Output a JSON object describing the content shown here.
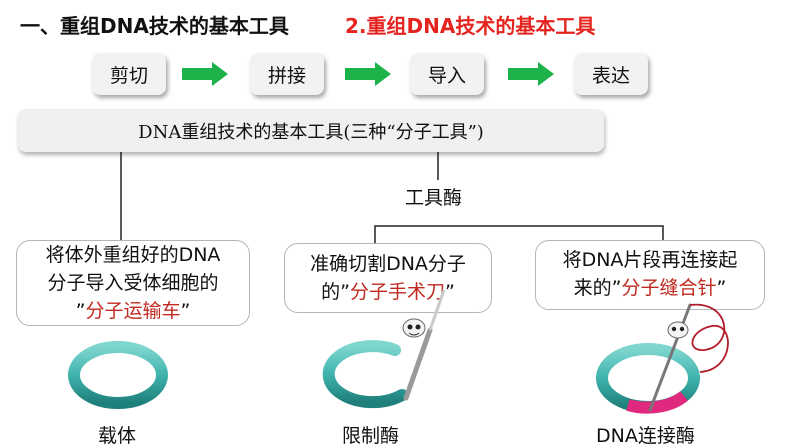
{
  "header": {
    "title": "一、重组DNA技术的基本工具",
    "subtitle": "2.重组DNA技术的基本工具"
  },
  "flow": {
    "steps": [
      "剪切",
      "拼接",
      "导入",
      "表达"
    ]
  },
  "banner": {
    "text": "DNA重组技术的基本工具(三种“分子工具”)"
  },
  "enzyme_group": {
    "label": "工具酶"
  },
  "tools": [
    {
      "line1": "将体外重组好的DNA",
      "line2": "分子导入受体细胞的",
      "quote_open": "”",
      "highlight": "分子运输车",
      "quote_close": "”",
      "caption": "载体"
    },
    {
      "line1": "准确切割DNA分子",
      "prefix": "的”",
      "highlight": "分子手术刀",
      "quote_close": "”",
      "caption": "限制酶"
    },
    {
      "line1": "将DNA片段再连接起",
      "prefix": "来的”",
      "highlight": "分子缝合针",
      "quote_close": "”",
      "caption": "DNA连接酶"
    }
  ],
  "colors": {
    "accent_red": "#e52420",
    "arrow_green": "#1db24a",
    "ring_teal": "#3fb3ad",
    "ligase_pink": "#e0287f"
  },
  "icons": [
    "right-arrow-icon",
    "scalpel-icon",
    "needle-icon",
    "plasmid-ring-icon"
  ]
}
